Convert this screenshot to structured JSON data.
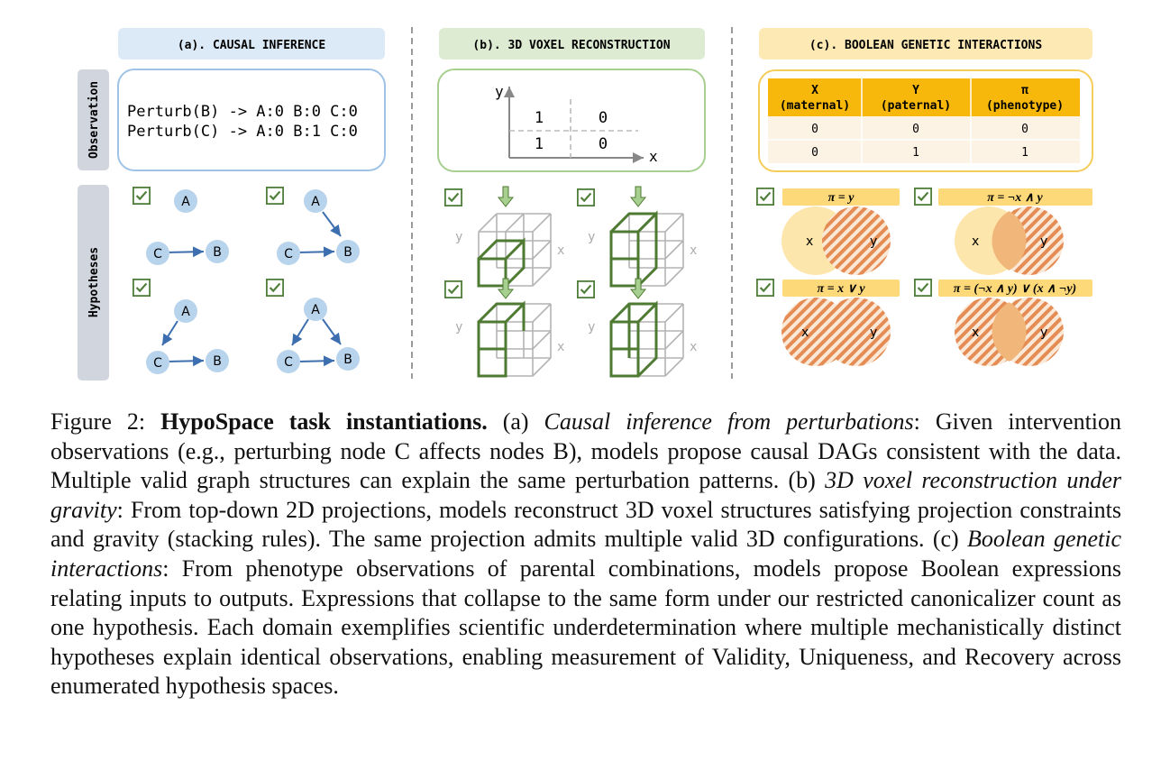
{
  "panels": {
    "a": {
      "title": "(a). CAUSAL INFERENCE",
      "observation_label": "Observation",
      "hypotheses_label": "Hypotheses",
      "observations": [
        "Perturb(B) -> A:0 B:0 C:0",
        "Perturb(C) -> A:0 B:1 C:0"
      ],
      "nodes": [
        "A",
        "B",
        "C"
      ]
    },
    "b": {
      "title": "(b). 3D VOXEL RECONSTRUCTION",
      "axis_y": "y",
      "axis_x": "x",
      "grid": [
        "1",
        "0",
        "1",
        "0"
      ]
    },
    "c": {
      "title": "(c). BOOLEAN GENETIC INTERACTIONS",
      "headers": [
        [
          "X",
          "(maternal)"
        ],
        [
          "Y",
          "(paternal)"
        ],
        [
          "π",
          "(phenotype)"
        ]
      ],
      "rows": [
        [
          "0",
          "0",
          "0"
        ],
        [
          "0",
          "1",
          "1"
        ]
      ],
      "venn_x": "x",
      "venn_y": "y",
      "formulas": [
        "π = y",
        "π = ¬x ∧ y",
        "π = x ∨ y",
        "π = (¬x ∧ y) ∨ (x ∧ ¬y)"
      ]
    }
  },
  "caption": {
    "fig_label": "Figure 2:",
    "bold_title": "HypoSpace task instantiations.",
    "s1": "(a)",
    "i1": "Causal inference from perturbations",
    "s2": ": Given intervention observations (e.g., perturbing node C affects nodes B), models propose causal DAGs consistent with the data. Multiple valid graph structures can explain the same perturbation patterns. (b)",
    "i2": "3D voxel reconstruction under gravity",
    "s3": ": From top-down 2D projections, models reconstruct 3D voxel structures satisfying projection constraints and gravity (stacking rules). The same projection admits multiple valid 3D configurations. (c)",
    "i3": "Boolean genetic interactions",
    "s4": ": From phenotype observations of parental combinations, models propose Boolean expressions relating inputs to outputs. Expressions that collapse to the same form under our restricted canonicalizer count as one hypothesis. Each domain exemplifies scientific underdetermination where multiple mechanistically distinct hypotheses explain identical observations, enabling measurement of Validity, Uniqueness, and Recovery across enumerated hypothesis spaces."
  },
  "colors": {
    "blue_header": "#dce9f6",
    "blue_stroke": "#9ec3e6",
    "node_fill": "#b8d3ec",
    "arrow": "#3d6fb0",
    "green_header": "#dcebd2",
    "green_stroke": "#a7cf8f",
    "voxel_green": "#4e7a32",
    "yellow_header": "#fde9b3",
    "yellow_stroke": "#f5cd5b",
    "table_head": "#f8b80b",
    "orange": "#f1b77a",
    "hatch": "#e2763a",
    "check": "#4f7f3a",
    "side_label": "#d0d5de"
  }
}
